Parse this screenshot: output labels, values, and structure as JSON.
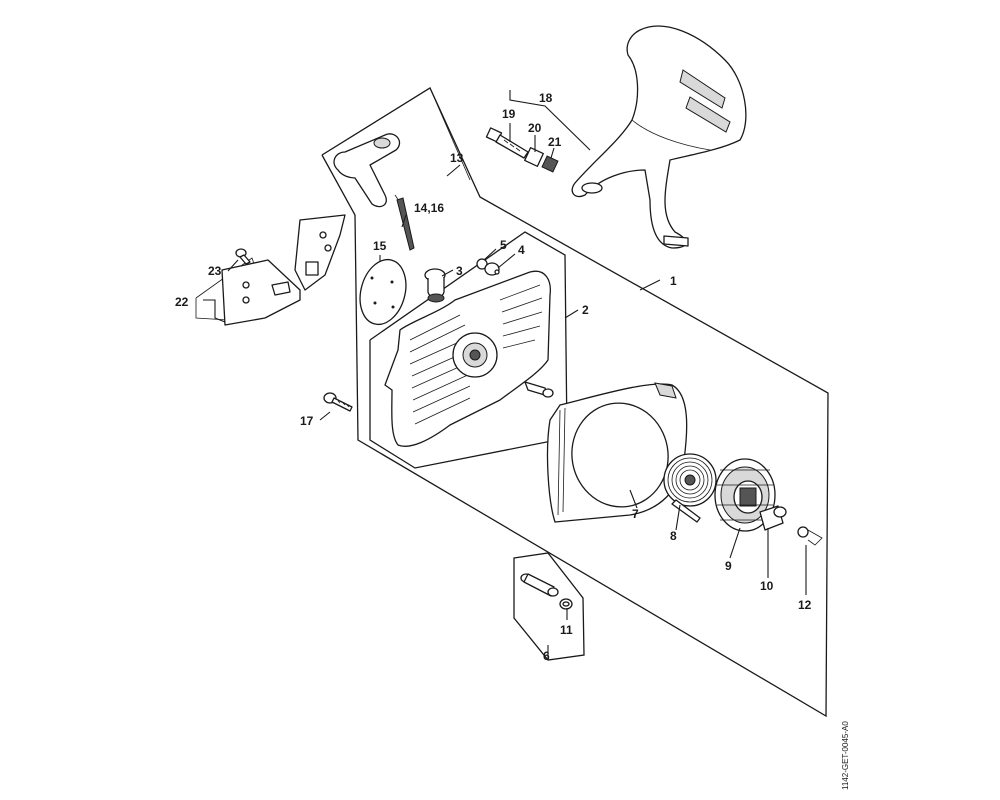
{
  "diagram": {
    "drawing_code": "1142-GET-0045-A0",
    "labels": {
      "p1": "1",
      "p2": "2",
      "p3": "3",
      "p4": "4",
      "p5": "5",
      "p6": "6",
      "p7": "7",
      "p8": "8",
      "p9": "9",
      "p10": "10",
      "p11": "11",
      "p12": "12",
      "p13": "13",
      "p14_16": "14,16",
      "p15": "15",
      "p17": "17",
      "p18": "18",
      "p19": "19",
      "p20": "20",
      "p21": "21",
      "p22": "22",
      "p23": "23"
    }
  }
}
